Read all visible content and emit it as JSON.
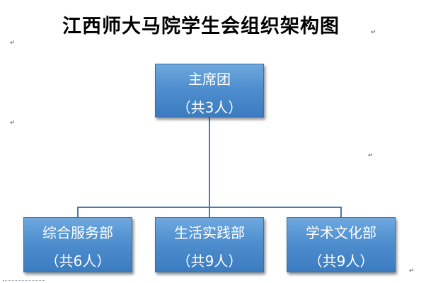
{
  "title": "江西师大马院学生会组织架构图",
  "paragraph_mark": "↵",
  "colors": {
    "box_fill": "#4f8fcf",
    "box_border": "#3a6ea5",
    "connector": "#4a78b0",
    "box_text": "#ffffff"
  },
  "org": {
    "top": {
      "name": "主席团",
      "count": "（共3人）"
    },
    "children": [
      {
        "name": "综合服务部",
        "count": "（共6人）"
      },
      {
        "name": "生活实践部",
        "count": "（共9人）"
      },
      {
        "name": "学术文化部",
        "count": "（共9人）"
      }
    ]
  }
}
